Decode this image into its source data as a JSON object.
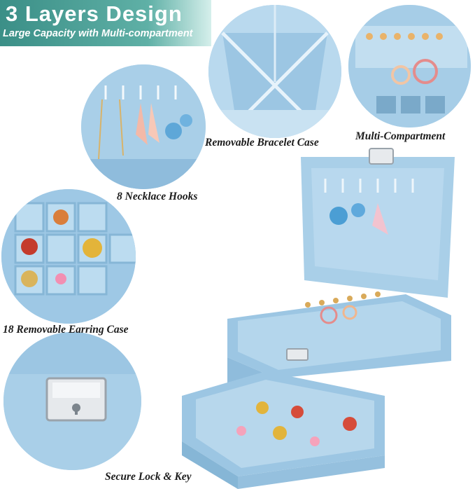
{
  "banner": {
    "title": "3 Layers Design",
    "subtitle": "Large Capacity with Multi-compartment"
  },
  "captions": {
    "necklace_hooks": "8 Necklace Hooks",
    "bracelet_case": "Removable Bracelet Case",
    "multi_compartment": "Multi-Compartment",
    "earring_case": "18 Removable Earring Case",
    "lock_key": "Secure Lock & Key"
  },
  "colors": {
    "velvet_blue": "#a9cfe8",
    "velvet_dark": "#86b6d6",
    "banner_teal": "#4aa39a"
  },
  "icons": [
    "jewelry-box-product",
    "padlock-clasp",
    "necklace-hook",
    "earring",
    "ring-roll"
  ]
}
